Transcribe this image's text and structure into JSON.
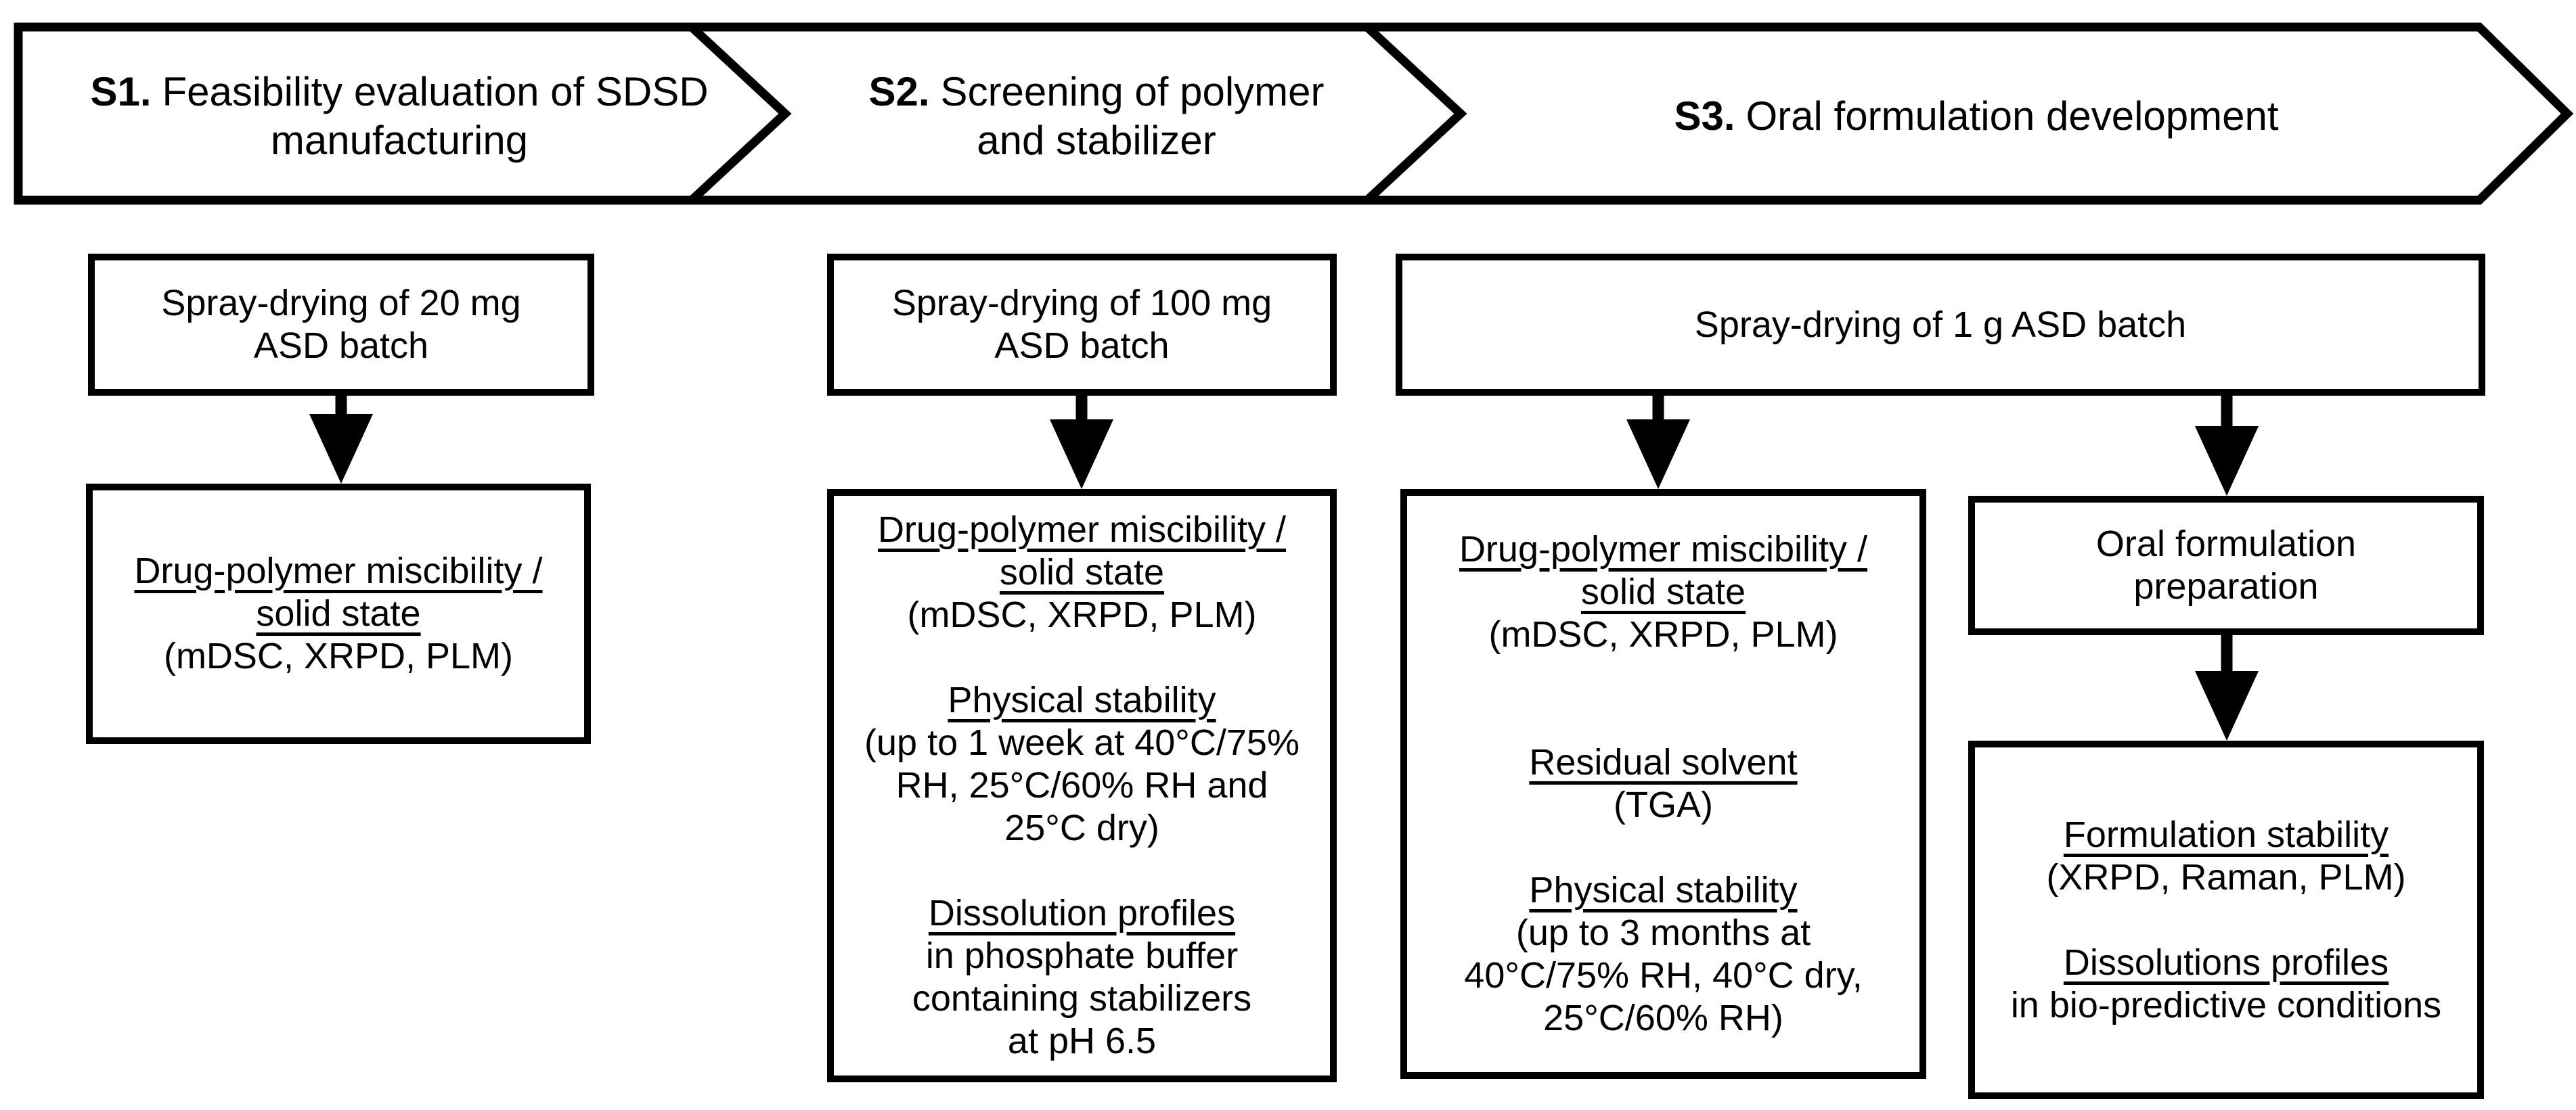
{
  "figure": {
    "background": "#ffffff",
    "line_color": "#000000"
  },
  "stages": [
    {
      "prefix": "S1.",
      "line1": "Feasibility evaluation of SDSD",
      "line2": "manufacturing"
    },
    {
      "prefix": "S2.",
      "line1": "Screening of polymer",
      "line2": "and stabilizer"
    },
    {
      "prefix": "S3.",
      "line1": "Oral formulation development"
    }
  ],
  "boxes": {
    "s1_spray": {
      "lines": [
        "Spray-drying of 20 mg",
        "ASD batch"
      ]
    },
    "s1_analysis": {
      "lines": [
        "Drug-polymer miscibility /",
        "solid state",
        "(mDSC, XRPD, PLM)"
      ]
    },
    "s2_spray": {
      "lines": [
        "Spray-drying of 100 mg",
        "ASD batch"
      ]
    },
    "s2_analysis": {
      "lines": [
        "Drug-polymer miscibility /",
        "solid state",
        "(mDSC, XRPD, PLM)",
        "",
        "Physical stability",
        "(up to 1 week at 40°C/75%",
        "RH, 25°C/60% RH and",
        "25°C dry)",
        "",
        "Dissolution profiles",
        "in phosphate buffer",
        "containing stabilizers",
        "at pH 6.5"
      ]
    },
    "s3_spray": {
      "lines": [
        "Spray-drying of 1 g ASD batch"
      ]
    },
    "s3_analysis": {
      "lines": [
        "Drug-polymer miscibility /",
        "solid state",
        "(mDSC, XRPD, PLM)",
        "",
        "",
        "Residual solvent",
        "(TGA)",
        "",
        "Physical stability",
        "(up to 3 months at",
        "40°C/75% RH, 40°C dry,",
        "25°C/60% RH)"
      ]
    },
    "oral_prep": {
      "lines": [
        "Oral formulation",
        "preparation"
      ]
    },
    "formulation_stability": {
      "lines": [
        "Formulation stability",
        "(XRPD, Raman, PLM)",
        "",
        "Dissolutions profiles",
        "in bio-predictive conditions"
      ]
    }
  }
}
